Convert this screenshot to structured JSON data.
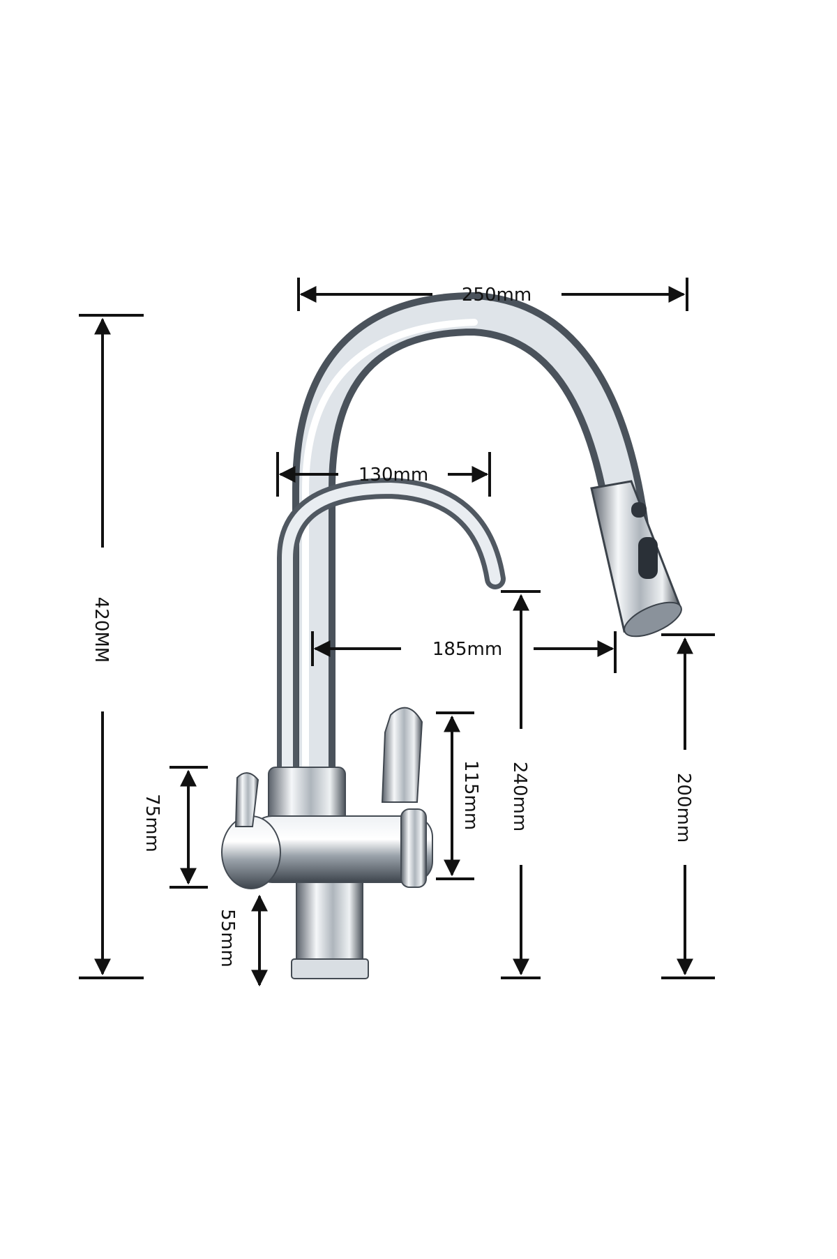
{
  "colors": {
    "dimension_line": "#111111",
    "chrome_light": "#f4f6f8",
    "chrome_mid": "#b9c0c7",
    "chrome_dark": "#3f4650",
    "background": "#ffffff"
  },
  "dimensions": {
    "overall_height": "420MM",
    "spout_reach": "250mm",
    "filter_spout_reach": "130mm",
    "spout_offset": "185mm",
    "filter_spout_height": "240mm",
    "main_spout_height": "200mm",
    "handle_height": "115mm",
    "body_height": "75mm",
    "base_height": "55mm"
  }
}
